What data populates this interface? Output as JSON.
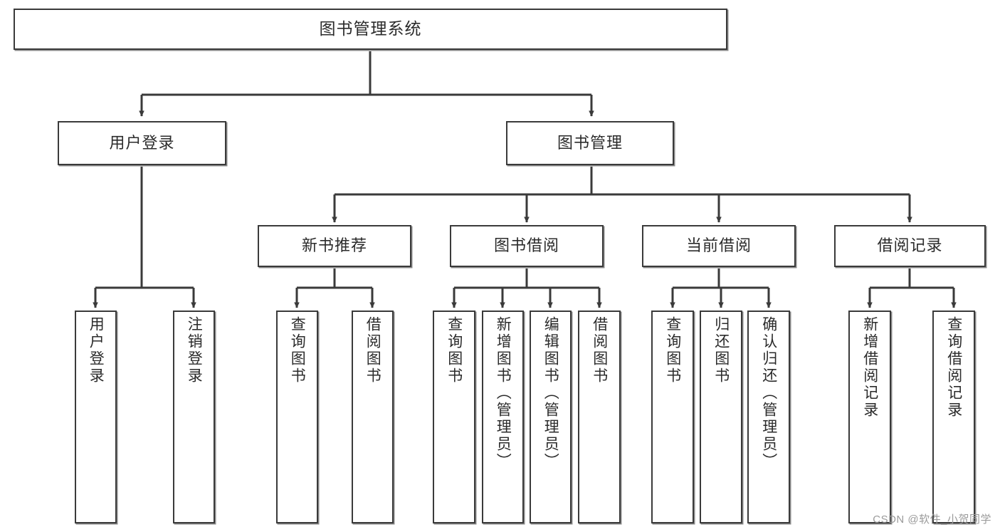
{
  "diagram": {
    "title": "图书管理系统",
    "type": "hierarchy-tree",
    "watermark": "CSDN @软件_小贺同学",
    "colors": {
      "border": "#3a3a3a",
      "shadow": "#8a8a8a",
      "background": "#ffffff",
      "text": "#2b2b2b",
      "watermark": "#9a9a9a"
    },
    "root": {
      "id": "root",
      "label": "图书管理系统"
    },
    "level1": [
      {
        "id": "user-login",
        "label": "用户登录"
      },
      {
        "id": "book-manage",
        "label": "图书管理"
      }
    ],
    "level2": [
      {
        "id": "new-book-recommend",
        "label": "新书推荐",
        "parent": "book-manage"
      },
      {
        "id": "book-borrow",
        "label": "图书借阅",
        "parent": "book-manage"
      },
      {
        "id": "current-borrow",
        "label": "当前借阅",
        "parent": "book-manage"
      },
      {
        "id": "borrow-record",
        "label": "借阅记录",
        "parent": "book-manage"
      }
    ],
    "leaves": {
      "user-login": [
        {
          "id": "leaf-user-login",
          "label": "用户登录"
        },
        {
          "id": "leaf-user-logout",
          "label": "注销登录"
        }
      ],
      "new-book-recommend": [
        {
          "id": "leaf-query-book-1",
          "label": "查询图书"
        },
        {
          "id": "leaf-borrow-book-1",
          "label": "借阅图书"
        }
      ],
      "book-borrow": [
        {
          "id": "leaf-query-book-2",
          "label": "查询图书"
        },
        {
          "id": "leaf-add-book-admin",
          "label": "新增图书（管理员）"
        },
        {
          "id": "leaf-edit-book-admin",
          "label": "编辑图书（管理员）"
        },
        {
          "id": "leaf-borrow-book-2",
          "label": "借阅图书"
        }
      ],
      "current-borrow": [
        {
          "id": "leaf-query-book-3",
          "label": "查询图书"
        },
        {
          "id": "leaf-return-book",
          "label": "归还图书"
        },
        {
          "id": "leaf-confirm-return-admin",
          "label": "确认归还（管理员）"
        }
      ],
      "borrow-record": [
        {
          "id": "leaf-add-borrow-record",
          "label": "新增借阅记录"
        },
        {
          "id": "leaf-query-borrow-record",
          "label": "查询借阅记录"
        }
      ]
    }
  }
}
